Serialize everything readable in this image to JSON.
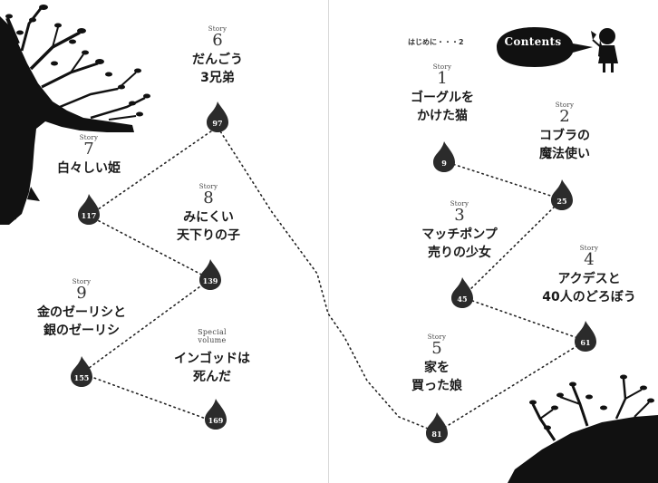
{
  "header": {
    "intro_label": "はじめに・・・2",
    "contents_label": "Contents"
  },
  "stories": [
    {
      "kicker": "Story",
      "number": "1",
      "title": "ゴーグルを\nかけた猫",
      "page": "9"
    },
    {
      "kicker": "Story",
      "number": "2",
      "title": "コブラの\n魔法使い",
      "page": "25"
    },
    {
      "kicker": "Story",
      "number": "3",
      "title": "マッチポンプ\n売りの少女",
      "page": "45"
    },
    {
      "kicker": "Story",
      "number": "4",
      "title": "アクデスと\n40人のどろぼう",
      "page": "61"
    },
    {
      "kicker": "Story",
      "number": "5",
      "title": "家を\n買った娘",
      "page": "81"
    },
    {
      "kicker": "Story",
      "number": "6",
      "title": "だんごう\n3兄弟",
      "page": "97"
    },
    {
      "kicker": "Story",
      "number": "7",
      "title": "白々しい姫",
      "page": "117"
    },
    {
      "kicker": "Story",
      "number": "8",
      "title": "みにくい\n天下りの子",
      "page": "139"
    },
    {
      "kicker": "Story",
      "number": "9",
      "title": "金のゼーリシと\n銀のゼーリシ",
      "page": "155"
    }
  ],
  "special": {
    "kicker": "Special\nvolume",
    "title": "インゴッドは\n死んだ",
    "page": "169"
  },
  "colors": {
    "ink": "#222222",
    "drop": "#2b2b2b",
    "tree": "#111111"
  },
  "icons": [
    "tree-branch-icon",
    "flame-drop-icon",
    "girl-silhouette-icon",
    "speech-bubble-icon"
  ]
}
